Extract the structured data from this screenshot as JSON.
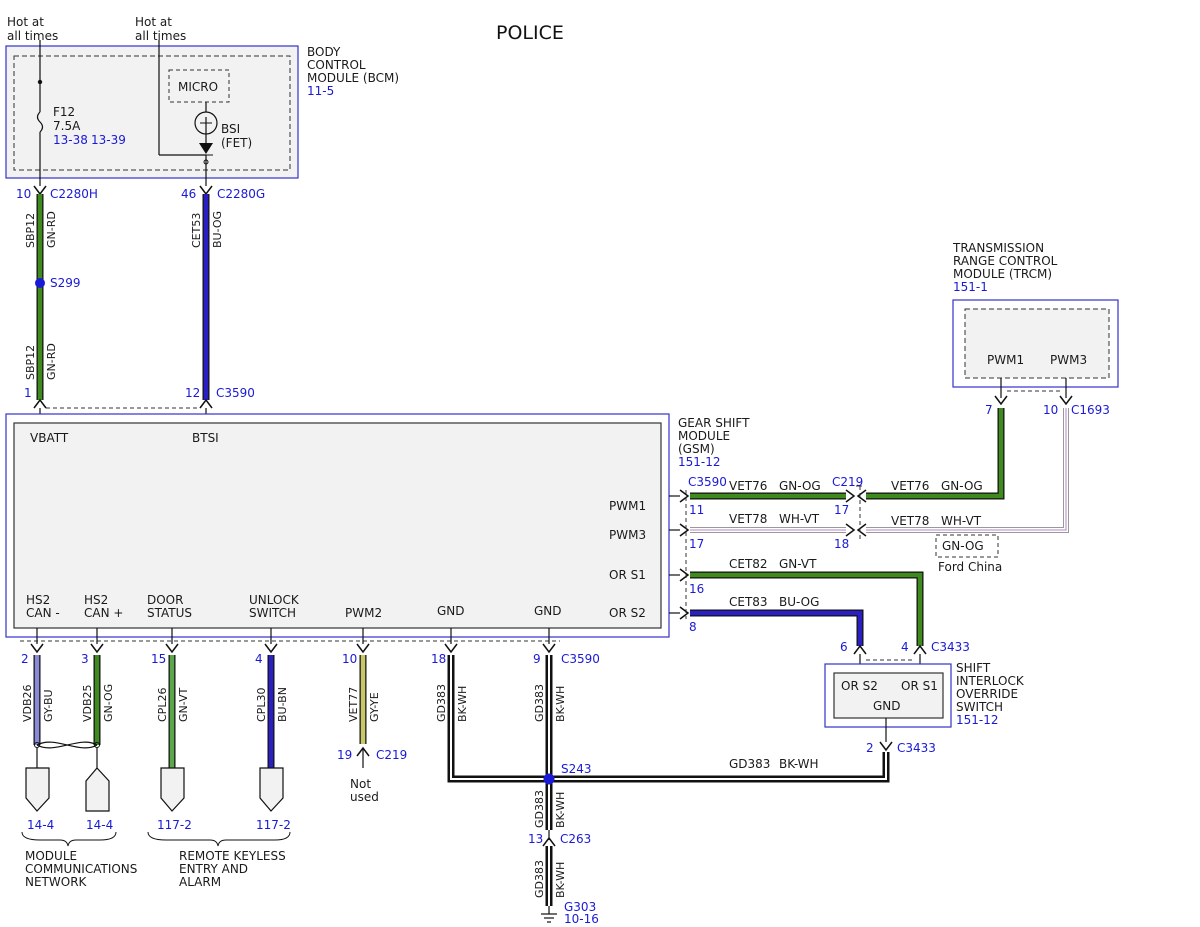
{
  "title": "POLICE",
  "power": {
    "hot1": [
      "Hot at",
      "all times"
    ],
    "hot2": [
      "Hot at",
      "all times"
    ]
  },
  "bcm": {
    "name_lines": [
      "BODY",
      "CONTROL",
      "MODULE (BCM)"
    ],
    "ref": "11-5",
    "micro": "MICRO",
    "fuse_id": "F12",
    "fuse_rating": "7.5A",
    "fuse_ref1": "13-38",
    "fuse_ref2": "13-39",
    "bsi": "BSI",
    "fet": "(FET)"
  },
  "bcm_pins": {
    "pin1": "10",
    "conn1": "C2280H",
    "pin2": "46",
    "conn2": "C2280G"
  },
  "wires": {
    "sbp12": "SBP12",
    "gnrd": "GN-RD",
    "cet53": "CET53",
    "buog": "BU-OG",
    "vdb26": "VDB26",
    "gybu": "GY-BU",
    "vdb25": "VDB25",
    "gnog": "GN-OG",
    "cpl26": "CPL26",
    "gnvt": "GN-VT",
    "cpl30": "CPL30",
    "bubn": "BU-BN",
    "vet77": "VET77",
    "gyye": "GY-YE",
    "gd383": "GD383",
    "bkwh": "BK-WH",
    "vet76": "VET76",
    "vet78": "VET78",
    "whvt": "WH-VT",
    "cet82": "CET82",
    "cet83": "CET83"
  },
  "splice": {
    "s299": "S299",
    "s243": "S243"
  },
  "gsm_top": {
    "pin1": "1",
    "pin2": "12",
    "conn": "C3590"
  },
  "gsm": {
    "name_lines": [
      "GEAR SHIFT",
      "MODULE",
      "(GSM)"
    ],
    "ref": "151-12",
    "vbatt": "VBATT",
    "btsi": "BTSI",
    "pwm1": "PWM1",
    "pwm3": "PWM3",
    "ors1": "OR S1",
    "ors2": "OR S2",
    "hs2canm": [
      "HS2",
      "CAN -"
    ],
    "hs2canp": [
      "HS2",
      "CAN +"
    ],
    "door": [
      "DOOR",
      "STATUS"
    ],
    "unlock": [
      "UNLOCK",
      "SWITCH"
    ],
    "pwm2": "PWM2",
    "gnd1": "GND",
    "gnd2": "GND"
  },
  "gsm_right": {
    "conn": "C3590",
    "p_pwm1": "11",
    "p_pwm3": "17",
    "p_ors1": "16",
    "p_ors2": "8"
  },
  "c219": {
    "conn": "C219",
    "p1": "17",
    "p2": "18"
  },
  "trcm": {
    "name_lines": [
      "TRANSMISSION",
      "RANGE CONTROL",
      "MODULE (TRCM)"
    ],
    "ref": "151-1",
    "pwm1": "PWM1",
    "pwm3": "PWM3",
    "p1": "7",
    "p2": "10",
    "conn": "C1693"
  },
  "ford_china": {
    "badge": "GN-OG",
    "label": "Ford China"
  },
  "switch": {
    "name_lines": [
      "SHIFT",
      "INTERLOCK",
      "OVERRIDE",
      "SWITCH"
    ],
    "ref": "151-12",
    "ors2": "OR S2",
    "ors1": "OR S1",
    "gnd": "GND",
    "p_top1": "6",
    "p_top2": "4",
    "conn_top": "C3433",
    "p_bot": "2",
    "conn_bot": "C3433"
  },
  "gsm_bottom": {
    "p1": "2",
    "p2": "3",
    "p3": "15",
    "p4": "4",
    "p5": "10",
    "p6": "18",
    "p7": "9",
    "conn": "C3590"
  },
  "pwm2_end": {
    "pin": "19",
    "conn": "C219",
    "note": [
      "Not",
      "used"
    ]
  },
  "refs": {
    "r1": "14-4",
    "r2": "14-4",
    "r3": "117-2",
    "r4": "117-2"
  },
  "groups": {
    "mcn": [
      "MODULE",
      "COMMUNICATIONS",
      "NETWORK"
    ],
    "rke": [
      "REMOTE KEYLESS",
      "ENTRY AND",
      "ALARM"
    ]
  },
  "ground": {
    "c263_pin": "13",
    "c263": "C263",
    "g303": "G303",
    "g303_ref": "10-16"
  },
  "colors": {
    "green": "#3f8a1f",
    "blue": "#2a1fc2",
    "black": "#111111",
    "box_blue": "#3333cc",
    "ref_blue": "#1a1ad6",
    "module_fill": "#f2f2f2"
  }
}
